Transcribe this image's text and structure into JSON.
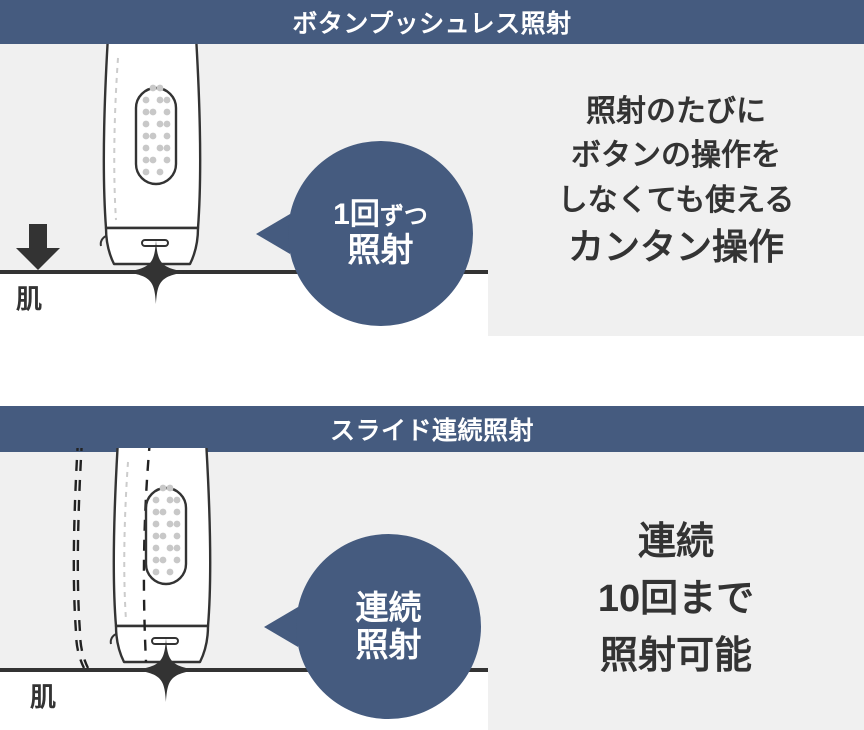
{
  "colors": {
    "header_bg": "#455B7F",
    "header_text": "#FFFFFF",
    "panel_bg": "#F0F0F0",
    "skin_fill": "#FFFFFF",
    "ink": "#333333",
    "bubble_bg": "#455B7F",
    "device_body": "#FFFFFF",
    "device_outline": "#333333",
    "grille_dot": "#C8C8C8"
  },
  "panels": [
    {
      "id": "button-pushless",
      "header": "ボタンプッシュレス照射",
      "skin_label": "肌",
      "arrow_icon": "down-arrow-icon",
      "sparkle_icon": "sparkle-icon",
      "device_icon": "ipl-device-icon",
      "bubble": {
        "line1_main": "1回",
        "line1_sub": "ずつ",
        "line2": "照射"
      },
      "side_text": [
        {
          "text": "照射のたびに",
          "emphasis": false
        },
        {
          "text": "ボタンの操作を",
          "emphasis": false
        },
        {
          "text": "しなくても使える",
          "emphasis": false
        },
        {
          "text": "カンタン操作",
          "emphasis": true
        }
      ]
    },
    {
      "id": "slide-continuous",
      "header": "スライド連続照射",
      "skin_label": "肌",
      "sparkle_icon": "sparkle-icon",
      "device_icon": "ipl-device-icon",
      "ghost_icon": "device-ghost-outline-icon",
      "bubble": {
        "line1_main": "連続",
        "line1_sub": "",
        "line2": "照射"
      },
      "side_text": [
        {
          "text": "連続",
          "emphasis": false
        },
        {
          "text": "10回まで",
          "emphasis": false
        },
        {
          "text": "照射可能",
          "emphasis": false
        }
      ]
    }
  ]
}
